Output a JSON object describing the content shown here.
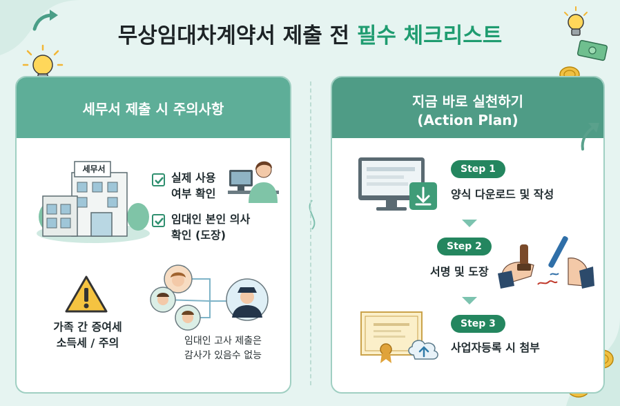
{
  "title": {
    "part1": "무상임대차계약서 제출 전 ",
    "part2": "필수 체크리스트"
  },
  "left_card": {
    "header": "세무서 제출 시 주의사항",
    "building_sign": "세무서",
    "check_items": [
      {
        "line1": "실제 사용",
        "line2": "여부 확인"
      },
      {
        "line1": "임대인 본인 의사",
        "line2": "확인 (도장)"
      }
    ],
    "warning": {
      "line1": "가족 간 증여세",
      "line2": "소득세 / 주의"
    },
    "note": {
      "line1": "임대인 고사 제출은",
      "line2": "감사가 있음수 없능"
    }
  },
  "right_card": {
    "header_line1": "지금 바로 실천하기",
    "header_line2": "(Action Plan)",
    "steps": [
      {
        "label": "Step 1",
        "text": "양식 다운로드 및 작성"
      },
      {
        "label": "Step 2",
        "text": "서명 및 도장"
      },
      {
        "label": "Step 3",
        "text": "사업자등록 시 첨부"
      }
    ]
  },
  "colors": {
    "accent": "#1f9c70",
    "header": "#5eae98",
    "pill": "#24865f",
    "background": "#e6f4f1"
  }
}
